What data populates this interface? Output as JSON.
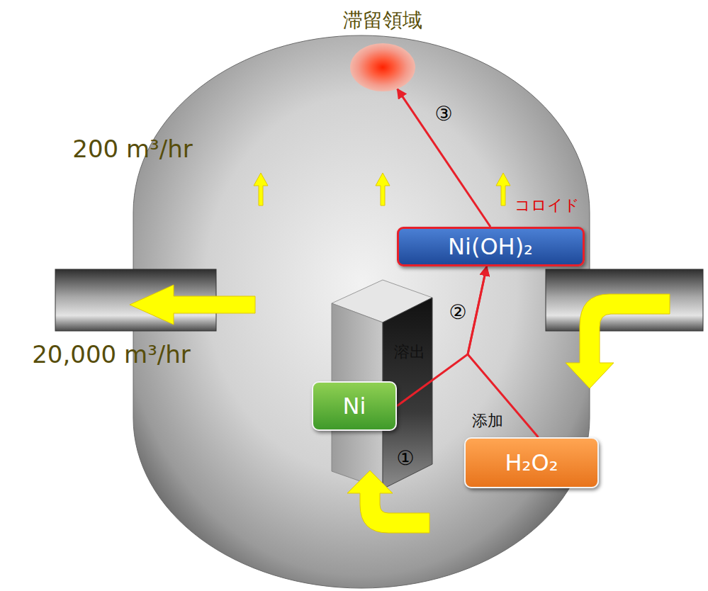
{
  "diagram": {
    "nodes": [
      {
        "text": [
          "滞留領域"
        ]
      },
      {
        "text": [
          "Ni(OH)₂"
        ]
      },
      {
        "text": [
          "Ni"
        ]
      },
      {
        "text": [
          "H₂O₂"
        ]
      }
    ],
    "edges": [
      {
        "from": 2,
        "to": 1,
        "arrow": "to"
      },
      {
        "from": 3,
        "to": 1,
        "arrow": "to"
      },
      {
        "from": 1,
        "to": 0,
        "label": "③",
        "arrow": "to"
      }
    ],
    "labels": [
      "200 m³/hr",
      "20,000 m³/hr",
      "コロイド",
      "溶出",
      "添加",
      "①",
      "②"
    ]
  }
}
